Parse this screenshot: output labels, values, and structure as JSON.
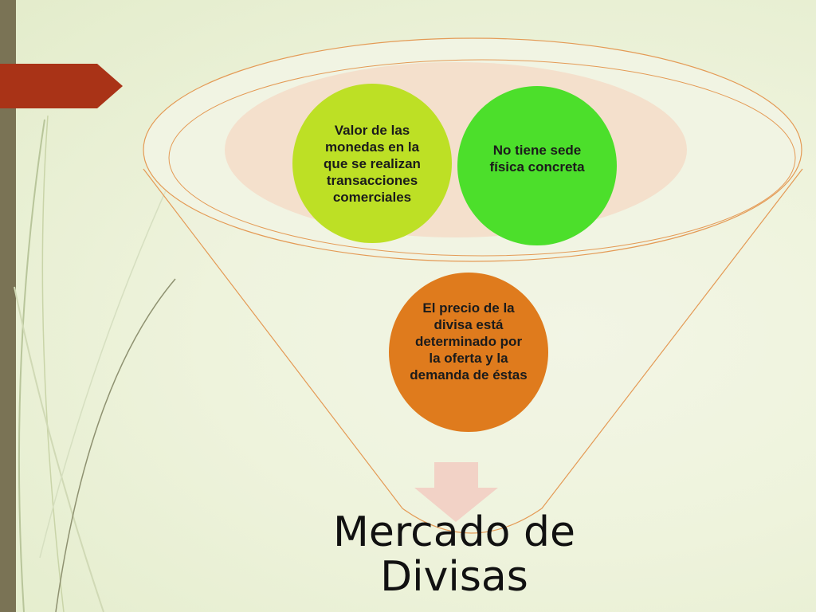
{
  "diagram": {
    "nodes": [
      {
        "id": "valor",
        "text": "Valor de las monedas en la que se realizan transacciones comerciales",
        "color": "#bde025"
      },
      {
        "id": "sede",
        "text": "No tiene sede física concreta",
        "color": "#4cdf2b"
      },
      {
        "id": "precio",
        "text": "El precio de la divisa está determinado por la oferta y la demanda de éstas",
        "color": "#df7b1d"
      }
    ],
    "result": "Mercado de Divisas"
  },
  "colors": {
    "side_bar": "#7a7355",
    "arrow_tab": "#a93317",
    "funnel_stroke": "#e49a55",
    "funnel_inner": "#f4dcc8",
    "down_arrow": "#f2d2c6"
  }
}
